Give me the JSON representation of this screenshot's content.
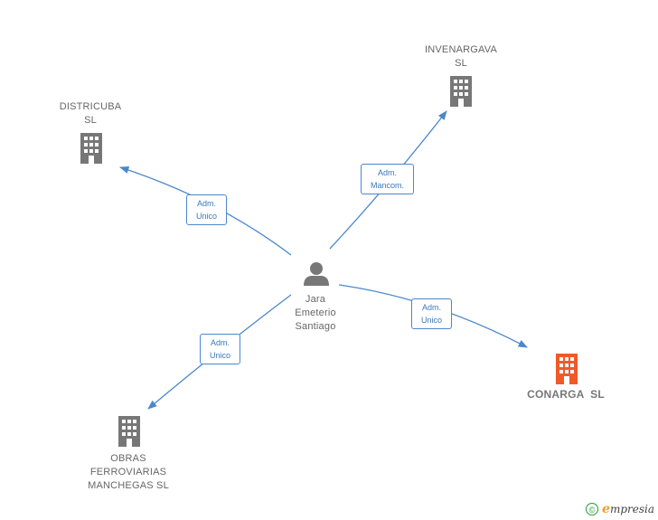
{
  "center_person": {
    "name_lines": [
      "Jara",
      "Emeterio",
      "Santiago"
    ],
    "icon": "person-icon"
  },
  "companies": [
    {
      "id": "districuba",
      "name_lines": [
        "DISTRICUBA",
        "SL"
      ],
      "icon": "building-icon",
      "highlighted": false
    },
    {
      "id": "invenargava",
      "name_lines": [
        "INVENARGAVA",
        "SL"
      ],
      "icon": "building-icon",
      "highlighted": false
    },
    {
      "id": "conarga",
      "name_lines": [
        "CONARGA  SL"
      ],
      "icon": "building-icon",
      "highlighted": true
    },
    {
      "id": "obras",
      "name_lines": [
        "OBRAS",
        "FERROVIARIAS",
        "MANCHEGAS SL"
      ],
      "icon": "building-icon",
      "highlighted": false
    }
  ],
  "relations": [
    {
      "to": "districuba",
      "label_lines": [
        "Adm.",
        "Unico"
      ]
    },
    {
      "to": "invenargava",
      "label_lines": [
        "Adm.",
        "Mancom."
      ]
    },
    {
      "to": "conarga",
      "label_lines": [
        "Adm.",
        "Unico"
      ]
    },
    {
      "to": "obras",
      "label_lines": [
        "Adm.",
        "Unico"
      ]
    }
  ],
  "colors": {
    "edge": "#4a88cc",
    "node_gray": "#777777",
    "node_highlight": "#f05a28"
  },
  "footer": {
    "copyright_symbol": "©",
    "brand_initial": "e",
    "brand_rest": "mpresia"
  }
}
